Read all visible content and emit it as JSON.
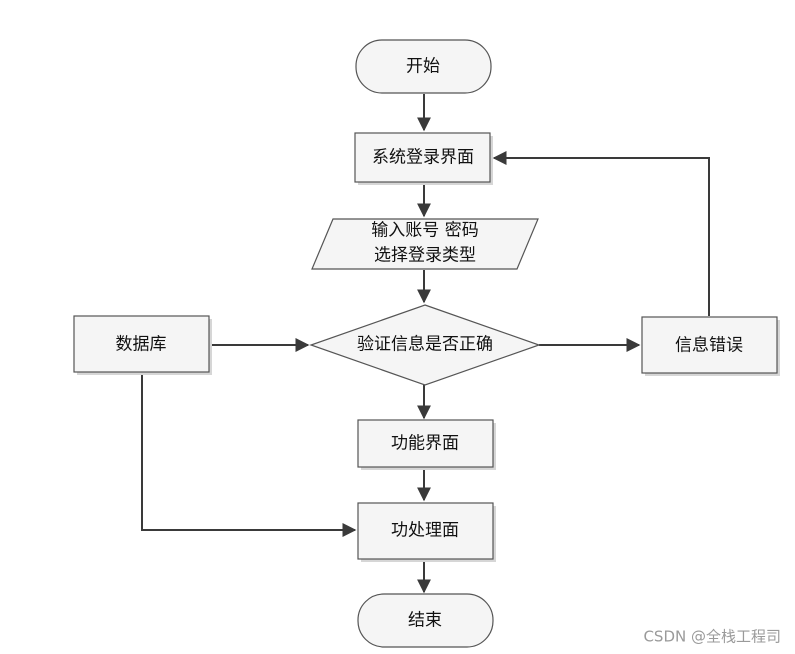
{
  "nodes": {
    "start": "开始",
    "login_screen": "系统登录界面",
    "input_line1": "输入账号 密码",
    "input_line2": "选择登录类型",
    "database": "数据库",
    "verify": "验证信息是否正确",
    "info_error": "信息错误",
    "function_screen": "功能界面",
    "process_screen": "功处理面",
    "end": "结束"
  },
  "watermark": "CSDN @全栈工程司"
}
